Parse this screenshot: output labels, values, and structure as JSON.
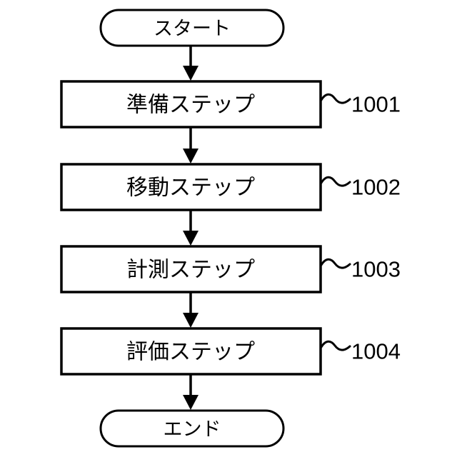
{
  "diagram": {
    "type": "flowchart",
    "background_color": "#ffffff",
    "stroke_color": "#000000",
    "start": {
      "label": "スタート"
    },
    "steps": [
      {
        "label": "準備ステップ",
        "ref": "1001"
      },
      {
        "label": "移動ステップ",
        "ref": "1002"
      },
      {
        "label": "計測ステップ",
        "ref": "1003"
      },
      {
        "label": "評価ステップ",
        "ref": "1004"
      }
    ],
    "end": {
      "label": "エンド"
    }
  }
}
